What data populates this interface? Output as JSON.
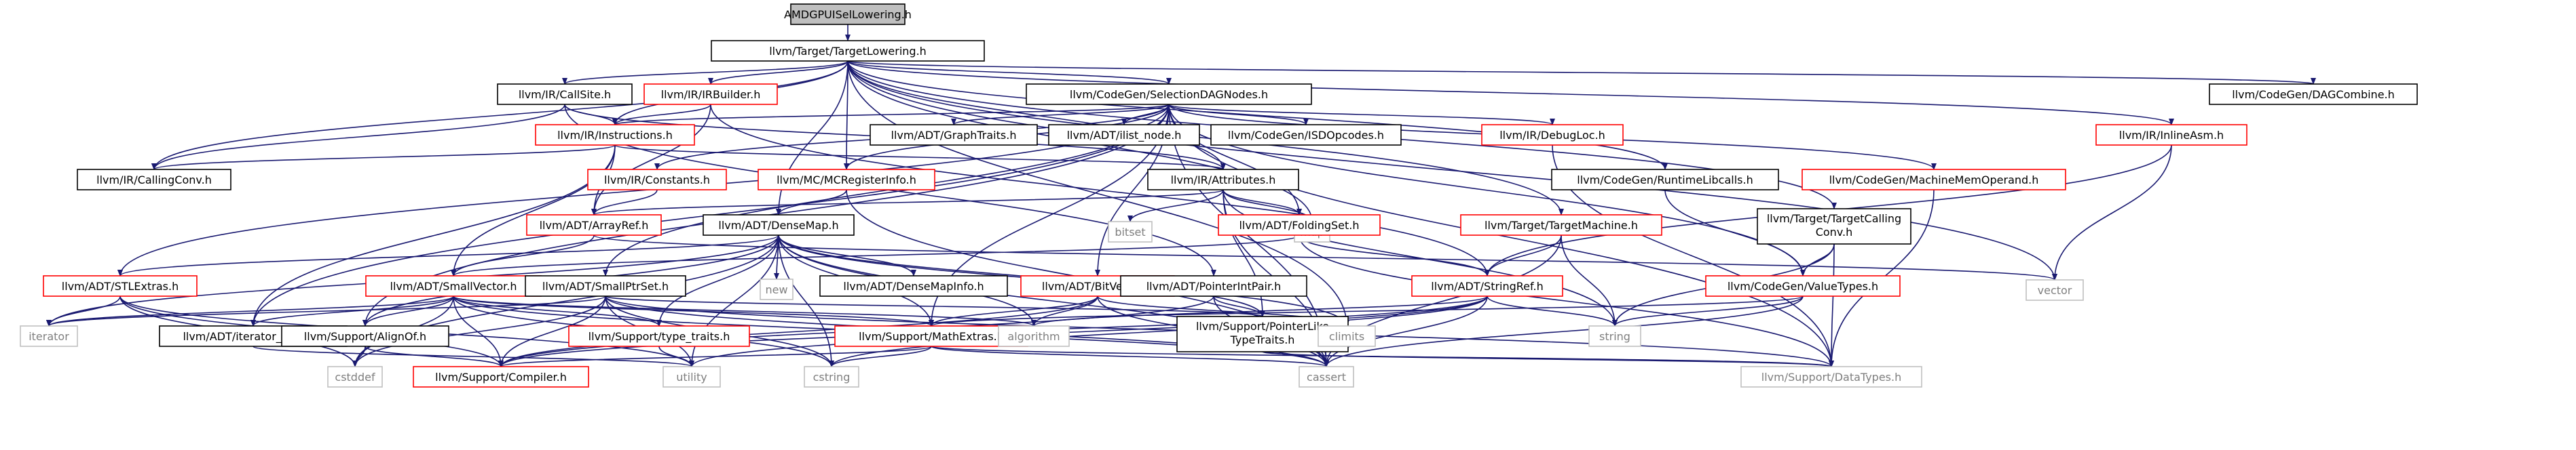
{
  "graph": {
    "colors": {
      "edge": "#191970",
      "root_fill": "#bfbfbf",
      "node_fill": "#ffffff",
      "node_stroke_black": "#000000",
      "node_stroke_red": "#ff0000",
      "node_stroke_grey": "#bfbfbf",
      "text_default": "#000000",
      "text_grey": "#7f7f7f"
    },
    "nodes": [
      {
        "id": "root",
        "lines": [
          "AMDGPUISelLowering.h"
        ],
        "style": "root"
      },
      {
        "id": "tl",
        "lines": [
          "llvm/Target/TargetLowering.h"
        ],
        "style": "black"
      },
      {
        "id": "callsite",
        "lines": [
          "llvm/IR/CallSite.h"
        ],
        "style": "black"
      },
      {
        "id": "irbuilder",
        "lines": [
          "llvm/IR/IRBuilder.h"
        ],
        "style": "red"
      },
      {
        "id": "sdnodes",
        "lines": [
          "llvm/CodeGen/SelectionDAGNodes.h"
        ],
        "style": "black"
      },
      {
        "id": "dagcombine",
        "lines": [
          "llvm/CodeGen/DAGCombine.h"
        ],
        "style": "black"
      },
      {
        "id": "instructions",
        "lines": [
          "llvm/IR/Instructions.h"
        ],
        "style": "red"
      },
      {
        "id": "graphtraits",
        "lines": [
          "llvm/ADT/GraphTraits.h"
        ],
        "style": "black"
      },
      {
        "id": "ilistnode",
        "lines": [
          "llvm/ADT/ilist_node.h"
        ],
        "style": "black"
      },
      {
        "id": "isdopcodes",
        "lines": [
          "llvm/CodeGen/ISDOpcodes.h"
        ],
        "style": "black"
      },
      {
        "id": "debugloc",
        "lines": [
          "llvm/IR/DebugLoc.h"
        ],
        "style": "red"
      },
      {
        "id": "inlineasm",
        "lines": [
          "llvm/IR/InlineAsm.h"
        ],
        "style": "red"
      },
      {
        "id": "callingconv",
        "lines": [
          "llvm/IR/CallingConv.h"
        ],
        "style": "black"
      },
      {
        "id": "constants",
        "lines": [
          "llvm/IR/Constants.h"
        ],
        "style": "red"
      },
      {
        "id": "mcreg",
        "lines": [
          "llvm/MC/MCRegisterInfo.h"
        ],
        "style": "red"
      },
      {
        "id": "attributes",
        "lines": [
          "llvm/IR/Attributes.h"
        ],
        "style": "black"
      },
      {
        "id": "runtimelibcalls",
        "lines": [
          "llvm/CodeGen/RuntimeLibcalls.h"
        ],
        "style": "black"
      },
      {
        "id": "mmo",
        "lines": [
          "llvm/CodeGen/MachineMemOperand.h"
        ],
        "style": "red"
      },
      {
        "id": "arrayref",
        "lines": [
          "llvm/ADT/ArrayRef.h"
        ],
        "style": "red"
      },
      {
        "id": "densemap",
        "lines": [
          "llvm/ADT/DenseMap.h"
        ],
        "style": "black"
      },
      {
        "id": "bitset",
        "lines": [
          "bitset"
        ],
        "style": "grey"
      },
      {
        "id": "map",
        "lines": [
          "map"
        ],
        "style": "grey"
      },
      {
        "id": "foldingset",
        "lines": [
          "llvm/ADT/FoldingSet.h"
        ],
        "style": "red"
      },
      {
        "id": "targetmachine",
        "lines": [
          "llvm/Target/TargetMachine.h"
        ],
        "style": "red"
      },
      {
        "id": "tcc",
        "lines": [
          "llvm/Target/TargetCalling",
          "Conv.h"
        ],
        "style": "black"
      },
      {
        "id": "stlextras",
        "lines": [
          "llvm/ADT/STLExtras.h"
        ],
        "style": "red"
      },
      {
        "id": "smallvector",
        "lines": [
          "llvm/ADT/SmallVector.h"
        ],
        "style": "red"
      },
      {
        "id": "smallptrset",
        "lines": [
          "llvm/ADT/SmallPtrSet.h"
        ],
        "style": "black"
      },
      {
        "id": "new",
        "lines": [
          "new"
        ],
        "style": "grey"
      },
      {
        "id": "densemapinfo",
        "lines": [
          "llvm/ADT/DenseMapInfo.h"
        ],
        "style": "black"
      },
      {
        "id": "bitvector",
        "lines": [
          "llvm/ADT/BitVector.h"
        ],
        "style": "red"
      },
      {
        "id": "ptrintpair",
        "lines": [
          "llvm/ADT/PointerIntPair.h"
        ],
        "style": "black"
      },
      {
        "id": "stringref",
        "lines": [
          "llvm/ADT/StringRef.h"
        ],
        "style": "red"
      },
      {
        "id": "valuetypes",
        "lines": [
          "llvm/CodeGen/ValueTypes.h"
        ],
        "style": "red"
      },
      {
        "id": "vector",
        "lines": [
          "vector"
        ],
        "style": "grey"
      },
      {
        "id": "iterator",
        "lines": [
          "iterator"
        ],
        "style": "grey"
      },
      {
        "id": "iterrange",
        "lines": [
          "llvm/ADT/iterator_range.h"
        ],
        "style": "black"
      },
      {
        "id": "alignof",
        "lines": [
          "llvm/Support/AlignOf.h"
        ],
        "style": "black"
      },
      {
        "id": "typetraits",
        "lines": [
          "llvm/Support/type_traits.h"
        ],
        "style": "red"
      },
      {
        "id": "mathextras",
        "lines": [
          "llvm/Support/MathExtras.h"
        ],
        "style": "red"
      },
      {
        "id": "algorithm",
        "lines": [
          "algorithm"
        ],
        "style": "grey"
      },
      {
        "id": "ptrliketraits",
        "lines": [
          "llvm/Support/PointerLike",
          "TypeTraits.h"
        ],
        "style": "black"
      },
      {
        "id": "climits",
        "lines": [
          "climits"
        ],
        "style": "grey"
      },
      {
        "id": "string",
        "lines": [
          "string"
        ],
        "style": "grey"
      },
      {
        "id": "cstddef",
        "lines": [
          "cstddef"
        ],
        "style": "grey"
      },
      {
        "id": "compiler",
        "lines": [
          "llvm/Support/Compiler.h"
        ],
        "style": "red"
      },
      {
        "id": "utility",
        "lines": [
          "utility"
        ],
        "style": "grey"
      },
      {
        "id": "cstring",
        "lines": [
          "cstring"
        ],
        "style": "grey"
      },
      {
        "id": "cassert",
        "lines": [
          "cassert"
        ],
        "style": "grey"
      },
      {
        "id": "datatypes",
        "lines": [
          "llvm/Support/DataTypes.h"
        ],
        "style": "grey"
      }
    ],
    "edges": [
      [
        "root",
        "tl"
      ],
      [
        "tl",
        "callsite"
      ],
      [
        "tl",
        "irbuilder"
      ],
      [
        "tl",
        "sdnodes"
      ],
      [
        "tl",
        "dagcombine"
      ],
      [
        "tl",
        "instructions"
      ],
      [
        "tl",
        "callingconv"
      ],
      [
        "tl",
        "inlineasm"
      ],
      [
        "tl",
        "attributes"
      ],
      [
        "tl",
        "runtimelibcalls"
      ],
      [
        "tl",
        "tcc"
      ],
      [
        "tl",
        "targetmachine"
      ],
      [
        "tl",
        "densemap"
      ],
      [
        "tl",
        "map"
      ],
      [
        "tl",
        "climits"
      ],
      [
        "tl",
        "vector"
      ],
      [
        "tl",
        "mcreg"
      ],
      [
        "callsite",
        "instructions"
      ],
      [
        "callsite",
        "callingconv"
      ],
      [
        "callsite",
        "ptrintpair"
      ],
      [
        "callsite",
        "attributes"
      ],
      [
        "irbuilder",
        "instructions"
      ],
      [
        "irbuilder",
        "arrayref"
      ],
      [
        "irbuilder",
        "stringref"
      ],
      [
        "sdnodes",
        "graphtraits"
      ],
      [
        "sdnodes",
        "ilistnode"
      ],
      [
        "sdnodes",
        "isdopcodes"
      ],
      [
        "sdnodes",
        "debugloc"
      ],
      [
        "sdnodes",
        "instructions"
      ],
      [
        "sdnodes",
        "constants"
      ],
      [
        "sdnodes",
        "mcreg"
      ],
      [
        "sdnodes",
        "foldingset"
      ],
      [
        "sdnodes",
        "mmo"
      ],
      [
        "sdnodes",
        "valuetypes"
      ],
      [
        "sdnodes",
        "stlextras"
      ],
      [
        "sdnodes",
        "smallptrset"
      ],
      [
        "sdnodes",
        "bitvector"
      ],
      [
        "sdnodes",
        "mathextras"
      ],
      [
        "sdnodes",
        "datatypes"
      ],
      [
        "sdnodes",
        "cassert"
      ],
      [
        "sdnodes",
        "iterrange"
      ],
      [
        "sdnodes",
        "alignof"
      ],
      [
        "instructions",
        "callingconv"
      ],
      [
        "instructions",
        "attributes"
      ],
      [
        "instructions",
        "arrayref"
      ],
      [
        "instructions",
        "smallvector"
      ],
      [
        "instructions",
        "iterrange"
      ],
      [
        "constants",
        "arrayref"
      ],
      [
        "mcreg",
        "densemap"
      ],
      [
        "mcreg",
        "cassert"
      ],
      [
        "attributes",
        "arrayref"
      ],
      [
        "attributes",
        "foldingset"
      ],
      [
        "attributes",
        "bitset"
      ],
      [
        "attributes",
        "map"
      ],
      [
        "attributes",
        "ptrliketraits"
      ],
      [
        "attributes",
        "cassert"
      ],
      [
        "attributes",
        "string"
      ],
      [
        "debugloc",
        "datatypes"
      ],
      [
        "inlineasm",
        "vector"
      ],
      [
        "inlineasm",
        "stringref"
      ],
      [
        "runtimelibcalls",
        "valuetypes"
      ],
      [
        "mmo",
        "datatypes"
      ],
      [
        "tcc",
        "valuetypes"
      ],
      [
        "tcc",
        "datatypes"
      ],
      [
        "tcc",
        "string"
      ],
      [
        "targetmachine",
        "stringref"
      ],
      [
        "targetmachine",
        "string"
      ],
      [
        "targetmachine",
        "cassert"
      ],
      [
        "arrayref",
        "smallvector"
      ],
      [
        "arrayref",
        "vector"
      ],
      [
        "densemap",
        "densemapinfo"
      ],
      [
        "densemap",
        "mathextras"
      ],
      [
        "densemap",
        "alignof"
      ],
      [
        "densemap",
        "typetraits"
      ],
      [
        "densemap",
        "algorithm"
      ],
      [
        "densemap",
        "iterator"
      ],
      [
        "densemap",
        "new"
      ],
      [
        "densemap",
        "cstddef"
      ],
      [
        "densemap",
        "cstring"
      ],
      [
        "densemap",
        "utility"
      ],
      [
        "densemap",
        "climits"
      ],
      [
        "densemap",
        "cassert"
      ],
      [
        "densemap",
        "ptrliketraits"
      ],
      [
        "densemap",
        "stlextras"
      ],
      [
        "foldingset",
        "smallvector"
      ],
      [
        "foldingset",
        "stringref"
      ],
      [
        "foldingset",
        "datatypes"
      ],
      [
        "stlextras",
        "iterator"
      ],
      [
        "stlextras",
        "compiler"
      ],
      [
        "stlextras",
        "cstddef"
      ],
      [
        "stlextras",
        "utility"
      ],
      [
        "smallvector",
        "iterrange"
      ],
      [
        "smallvector",
        "alignof"
      ],
      [
        "smallvector",
        "typetraits"
      ],
      [
        "smallvector",
        "mathextras"
      ],
      [
        "smallvector",
        "compiler"
      ],
      [
        "smallvector",
        "iterator"
      ],
      [
        "smallvector",
        "cstddef"
      ],
      [
        "smallvector",
        "algorithm"
      ],
      [
        "smallvector",
        "cassert"
      ],
      [
        "smallvector",
        "cstring"
      ],
      [
        "smallptrset",
        "compiler"
      ],
      [
        "smallptrset",
        "datatypes"
      ],
      [
        "smallptrset",
        "ptrliketraits"
      ],
      [
        "smallptrset",
        "iterator"
      ],
      [
        "smallptrset",
        "cassert"
      ],
      [
        "smallptrset",
        "cstddef"
      ],
      [
        "smallptrset",
        "cstring"
      ],
      [
        "smallptrset",
        "utility"
      ],
      [
        "bitvector",
        "mathextras"
      ],
      [
        "bitvector",
        "algorithm"
      ],
      [
        "bitvector",
        "cassert"
      ],
      [
        "bitvector",
        "climits"
      ],
      [
        "bitvector",
        "compiler"
      ],
      [
        "ptrintpair",
        "ptrliketraits"
      ],
      [
        "ptrintpair",
        "compiler"
      ],
      [
        "ptrintpair",
        "cassert"
      ],
      [
        "ptrintpair",
        "limits"
      ],
      [
        "stringref",
        "compiler"
      ],
      [
        "stringref",
        "algorithm"
      ],
      [
        "stringref",
        "cassert"
      ],
      [
        "stringref",
        "cstring"
      ],
      [
        "stringref",
        "string"
      ],
      [
        "stringref",
        "utility"
      ],
      [
        "valuetypes",
        "mathextras"
      ],
      [
        "valuetypes",
        "cassert"
      ],
      [
        "valuetypes",
        "string"
      ],
      [
        "alignof",
        "compiler"
      ],
      [
        "alignof",
        "cstddef"
      ],
      [
        "iterrange",
        "utility"
      ],
      [
        "typetraits",
        "utility"
      ],
      [
        "mathextras",
        "compiler"
      ],
      [
        "mathextras",
        "cstring"
      ],
      [
        "mathextras",
        "datatypes"
      ],
      [
        "mathextras",
        "cassert"
      ],
      [
        "ptrliketraits",
        "datatypes"
      ]
    ]
  }
}
